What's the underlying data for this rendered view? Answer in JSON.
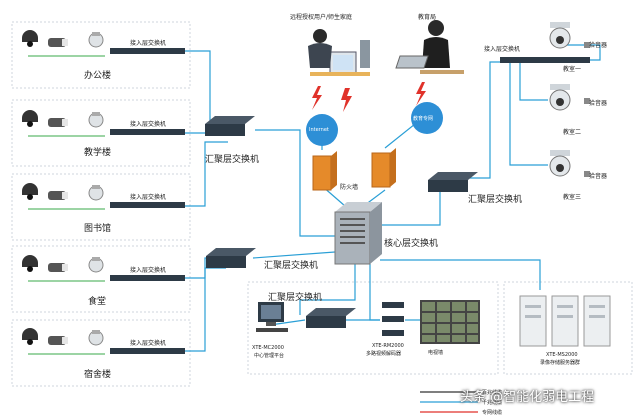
{
  "buildings": [
    "办公楼",
    "教学楼",
    "图书馆",
    "食堂",
    "宿舍楼"
  ],
  "access_switch": "接入层交换机",
  "aggregation_switch": "汇聚层交换机",
  "core_switch": "核心层交换机",
  "firewall": "防火墙",
  "remote_user": "远程授权用户/师生家庭",
  "education_bureau": "教育局",
  "internet": "Internet",
  "edu_net": "教育专网",
  "classrooms": [
    "教室一",
    "教室二",
    "教室三"
  ],
  "pickup": "拾音器",
  "central_platform": {
    "model": "XTE-MC2000",
    "name": "中心管理平台"
  },
  "decoder": {
    "model": "XTE-RM2000",
    "name": "多路视频解码器"
  },
  "tv_wall": "电视墙",
  "storage": {
    "model": "XTE-MS2000",
    "name": "录像存储服务器群"
  },
  "legend": [
    "百兆线缆",
    "千兆线缆",
    "专网线缆"
  ],
  "watermark": "头条 @智能化弱电工程",
  "colors": {
    "cable": "#2a9fd6",
    "device": "#2d3a46",
    "bubble": "#2d8fd6",
    "firewall": "#e58a2a"
  }
}
